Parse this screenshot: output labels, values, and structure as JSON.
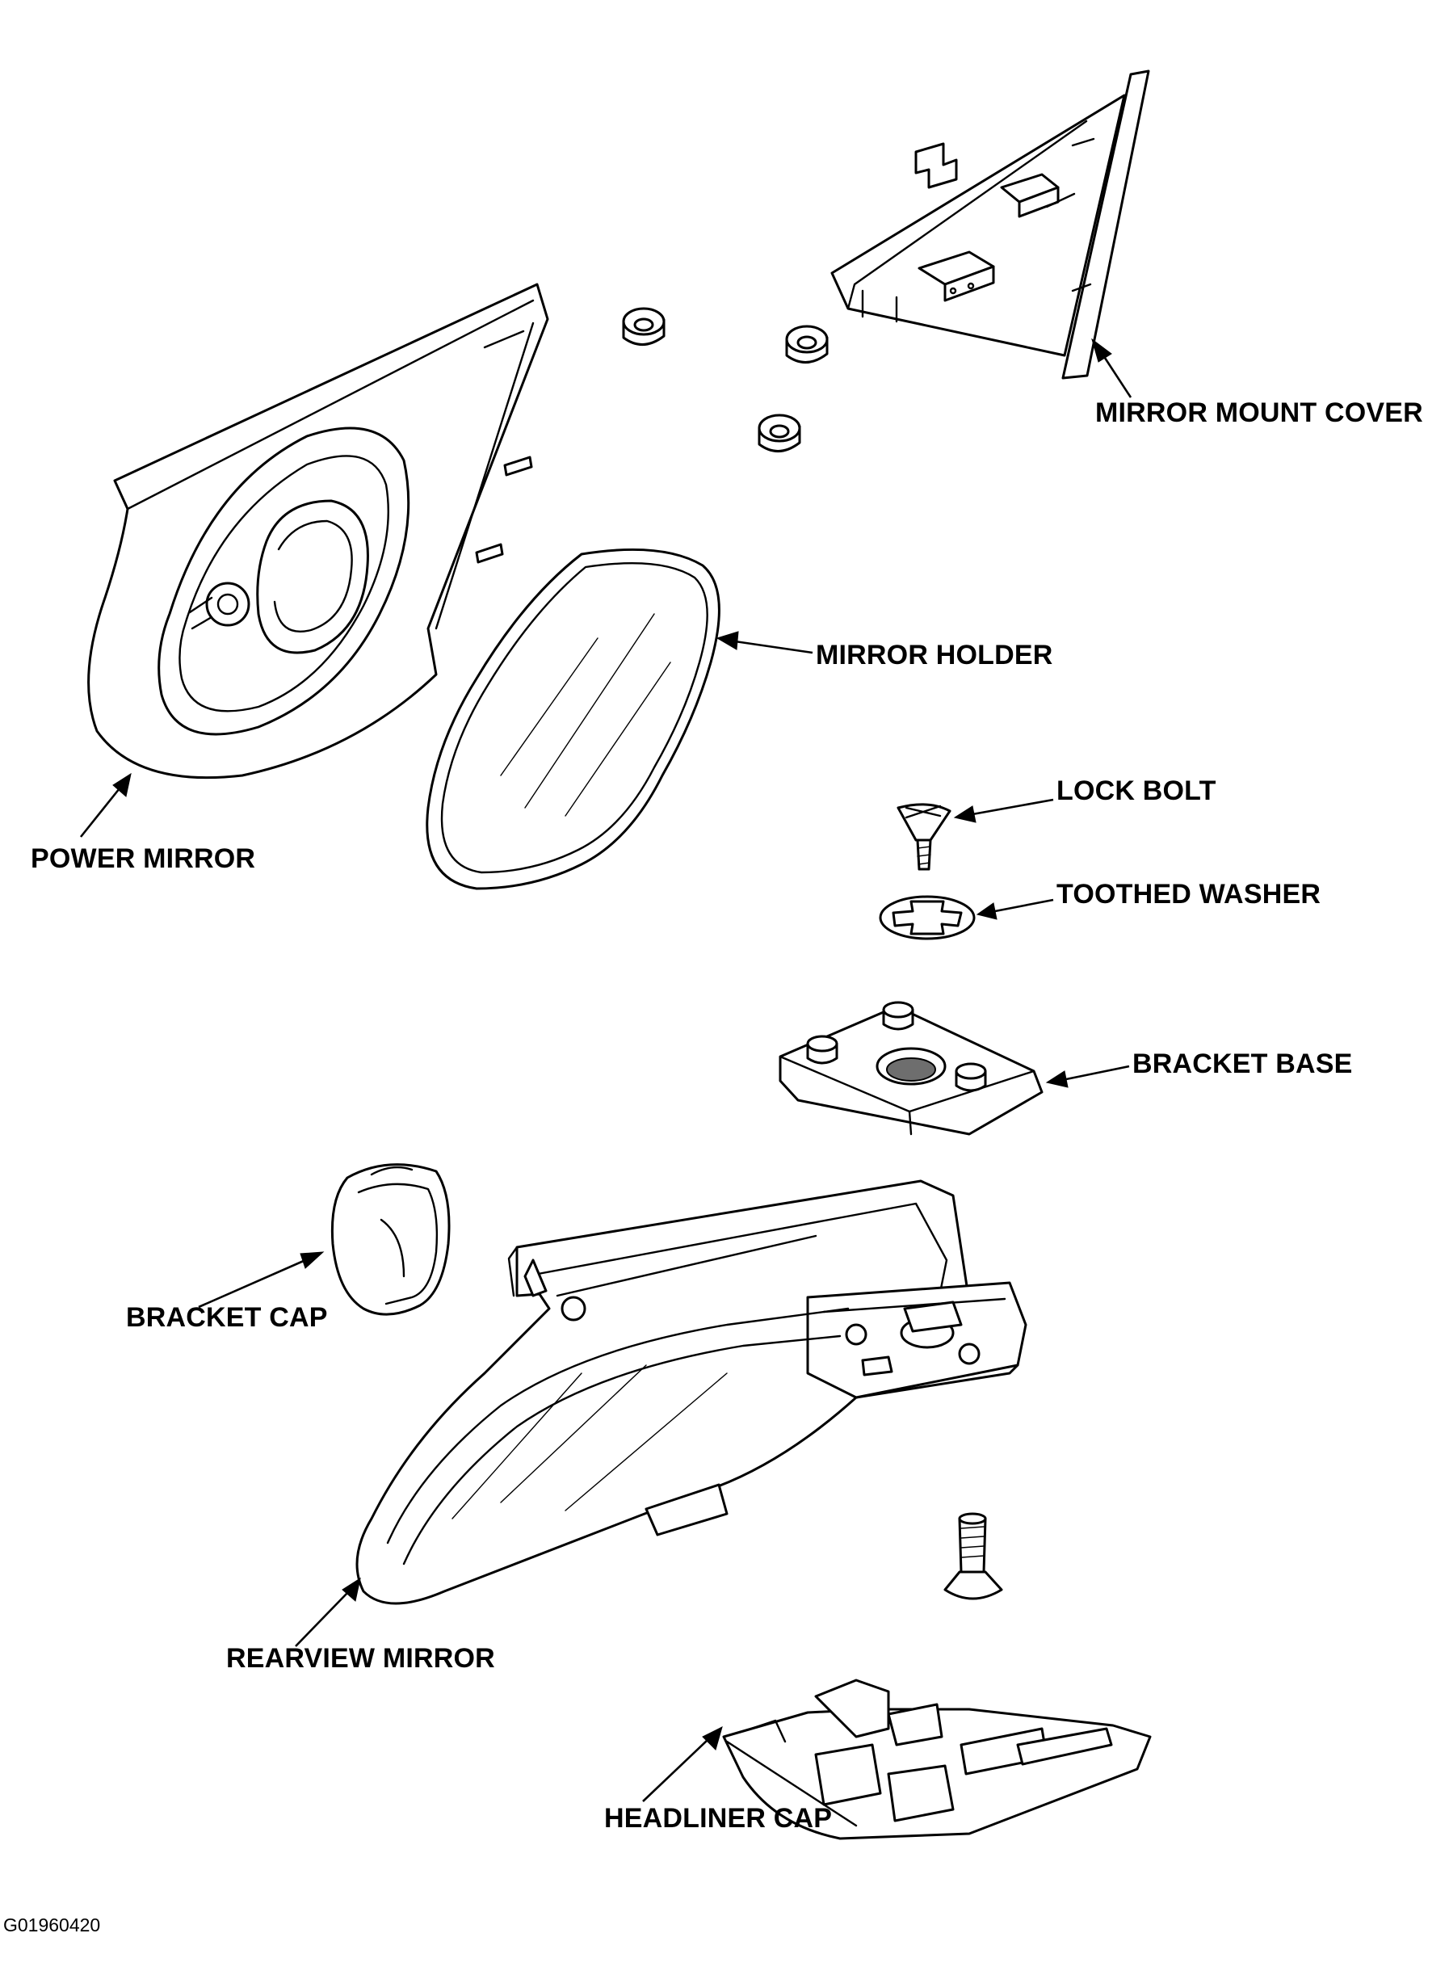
{
  "labels": {
    "mirror_mount_cover": "MIRROR MOUNT COVER",
    "mirror_holder": "MIRROR HOLDER",
    "power_mirror": "POWER MIRROR",
    "lock_bolt": "LOCK BOLT",
    "toothed_washer": "TOOTHED WASHER",
    "bracket_base": "BRACKET BASE",
    "bracket_cap": "BRACKET CAP",
    "rearview_mirror": "REARVIEW MIRROR",
    "headliner_cap": "HEADLINER CAP"
  },
  "figure_code": "G01960420"
}
